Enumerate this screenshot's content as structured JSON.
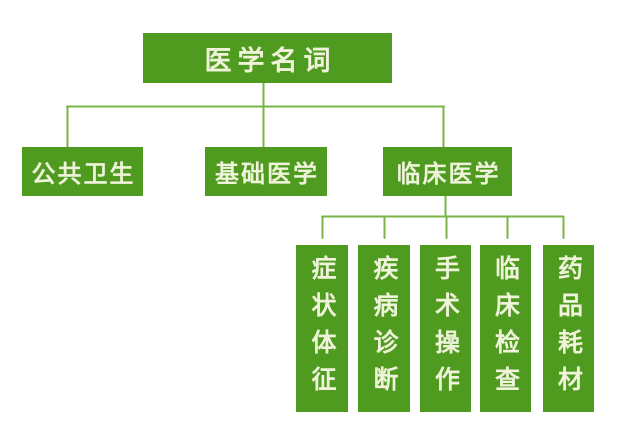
{
  "diagram": {
    "root": {
      "label": "医学名词"
    },
    "level2": [
      {
        "label": "公共卫生"
      },
      {
        "label": "基础医学"
      },
      {
        "label": "临床医学"
      }
    ],
    "level3": [
      {
        "label": "症状体征"
      },
      {
        "label": "疾病诊断"
      },
      {
        "label": "手术操作"
      },
      {
        "label": "临床检查"
      },
      {
        "label": "药品耗材"
      }
    ]
  },
  "colors": {
    "node_fill": "#4f9b20",
    "connector": "#79b447",
    "node_text": "#eef3da",
    "background": "#ffffff"
  }
}
